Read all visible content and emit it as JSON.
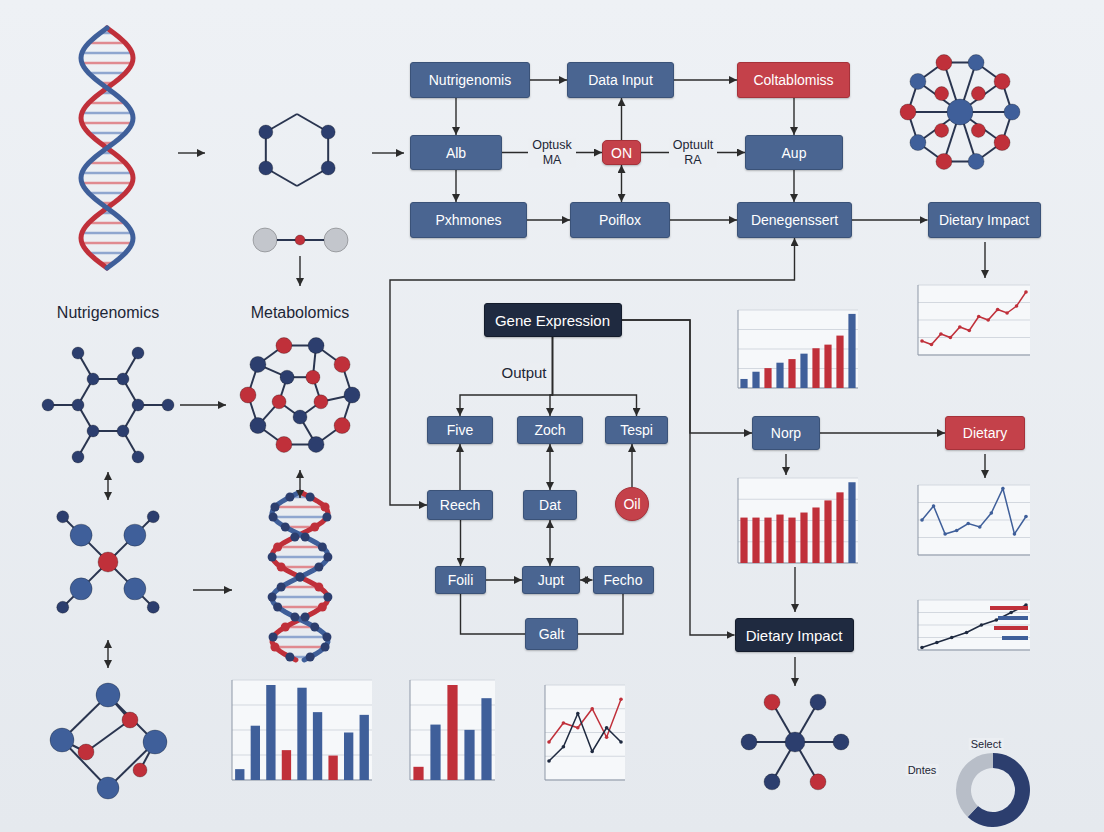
{
  "diagram": {
    "nodes": [
      {
        "text": [
          "Nutrigenomis"
        ]
      },
      {
        "text": [
          "Data Input"
        ]
      },
      {
        "text": [
          "Coltablomiss"
        ]
      },
      {
        "text": [
          "Alb"
        ]
      },
      {
        "text": [
          "ON"
        ]
      },
      {
        "text": [
          "Aup"
        ]
      },
      {
        "text": [
          "Pxhmones"
        ]
      },
      {
        "text": [
          "Poiflox"
        ]
      },
      {
        "text": [
          "Denegenssert"
        ]
      },
      {
        "text": [
          "Dietary Impact"
        ]
      },
      {
        "text": [
          "Gene Expression"
        ]
      },
      {
        "text": [
          "Five"
        ]
      },
      {
        "text": [
          "Zoch"
        ]
      },
      {
        "text": [
          "Tespi"
        ]
      },
      {
        "text": [
          "Reech"
        ]
      },
      {
        "text": [
          "Dat"
        ]
      },
      {
        "text": [
          "Oil"
        ]
      },
      {
        "text": [
          "Foili"
        ]
      },
      {
        "text": [
          "Jupt"
        ]
      },
      {
        "text": [
          "Fecho"
        ]
      },
      {
        "text": [
          "Galt"
        ]
      },
      {
        "text": [
          "Norp"
        ]
      },
      {
        "text": [
          "Dietary"
        ]
      },
      {
        "text": [
          "Dietary Impact"
        ]
      }
    ],
    "edges": [
      {
        "from": 0,
        "to": 1,
        "arrow": "to"
      },
      {
        "from": 1,
        "to": 2,
        "arrow": "to"
      },
      {
        "from": 0,
        "to": 3,
        "arrow": "to"
      },
      {
        "from": 3,
        "to": 4,
        "label": "Optusk MA",
        "arrow": "to"
      },
      {
        "from": 4,
        "to": 1,
        "arrow": "to"
      },
      {
        "from": 4,
        "to": 5,
        "label": "Optuult RA",
        "arrow": "to"
      },
      {
        "from": 2,
        "to": 5,
        "arrow": "to"
      },
      {
        "from": 3,
        "to": 6,
        "arrow": "to"
      },
      {
        "from": 6,
        "to": 7,
        "arrow": "to"
      },
      {
        "from": 4,
        "to": 7,
        "arrow": "both"
      },
      {
        "from": 7,
        "to": 8,
        "arrow": "to"
      },
      {
        "from": 5,
        "to": 8,
        "arrow": "to"
      },
      {
        "from": 8,
        "to": 9,
        "arrow": "to"
      },
      {
        "from": 8,
        "to": 14,
        "arrow": "both"
      },
      {
        "from": 10,
        "to": 11,
        "arrow": "to"
      },
      {
        "from": 10,
        "to": 12,
        "arrow": "to"
      },
      {
        "from": 10,
        "to": 13,
        "arrow": "to"
      },
      {
        "from": 14,
        "to": 11,
        "arrow": "to"
      },
      {
        "from": 12,
        "to": 15,
        "arrow": "both"
      },
      {
        "from": 16,
        "to": 13,
        "arrow": "to"
      },
      {
        "from": 14,
        "to": 17,
        "arrow": "to"
      },
      {
        "from": 15,
        "to": 18,
        "arrow": "both"
      },
      {
        "from": 17,
        "to": 18,
        "arrow": "to"
      },
      {
        "from": 18,
        "to": 19,
        "arrow": "both"
      },
      {
        "from": 17,
        "to": 20,
        "arrow": "none"
      },
      {
        "from": 19,
        "to": 20,
        "arrow": "none"
      },
      {
        "from": 10,
        "to": 21,
        "arrow": "to"
      },
      {
        "from": 10,
        "to": 23,
        "arrow": "to"
      },
      {
        "from": 21,
        "to": 22,
        "arrow": "to"
      }
    ],
    "labels": [
      "Nutrigenomics",
      "Metabolomics",
      "Output",
      "Select",
      "Dntes"
    ]
  }
}
